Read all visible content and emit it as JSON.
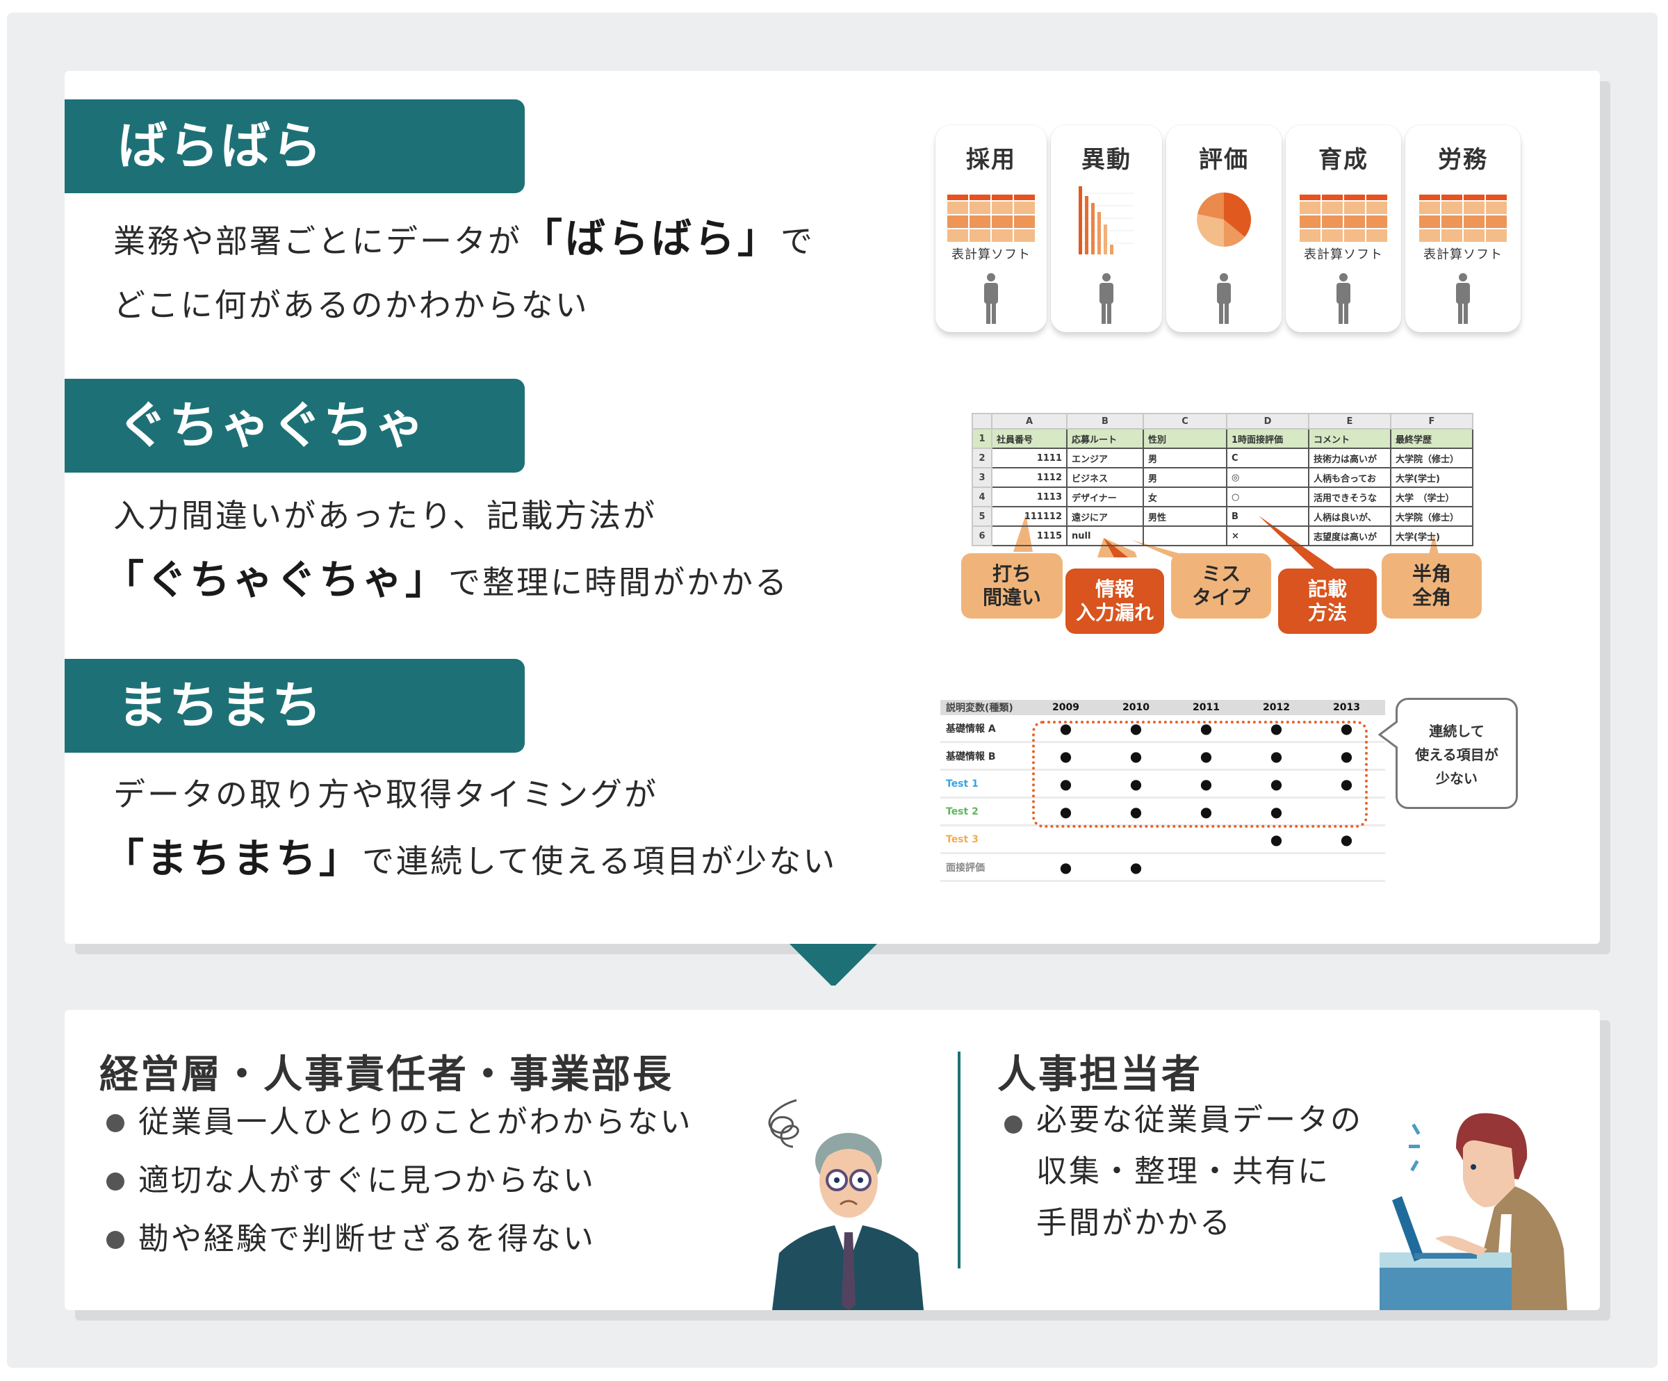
{
  "colors": {
    "teal": "#1d7176",
    "orange_dark": "#d9541e",
    "orange_light": "#f0b47a",
    "background": "#eceeef"
  },
  "problems": [
    {
      "label": "ばらばら",
      "line1_pre": "業務や部署ごとにデータが",
      "line1_em": "「ばらばら」",
      "line1_post": "で",
      "line2": "どこに何があるのかわからない"
    },
    {
      "label": "ぐちゃぐちゃ",
      "line1": "入力間違いがあったり、記載方法が",
      "line2_em": "「ぐちゃぐちゃ」",
      "line2_post": "で整理に時間がかかる"
    },
    {
      "label": "まちまち",
      "line1": "データの取り方や取得タイミングが",
      "line2_em": "「まちまち」",
      "line2_post": "で連続して使える項目が少ない"
    }
  ],
  "departments": [
    {
      "title": "採用",
      "visual": "spreadsheet",
      "caption": "表計算ソフト"
    },
    {
      "title": "異動",
      "visual": "bar-chart",
      "caption": ""
    },
    {
      "title": "評価",
      "visual": "pie-chart",
      "caption": ""
    },
    {
      "title": "育成",
      "visual": "spreadsheet",
      "caption": "表計算ソフト"
    },
    {
      "title": "労務",
      "visual": "spreadsheet",
      "caption": "表計算ソフト"
    }
  ],
  "spreadsheet": {
    "columns": [
      "A",
      "B",
      "C",
      "D",
      "E",
      "F"
    ],
    "header": [
      "社員番号",
      "応募ルート",
      "性別",
      "1時面接評価",
      "コメント",
      "最終学歴"
    ],
    "rows": [
      [
        "1111",
        "エンジア",
        "男",
        "C",
        "技術力は高いが",
        "大学院（修士）"
      ],
      [
        "1112",
        "ビジネス",
        "男",
        "◎",
        "人柄も合ってお",
        "大学(学士)"
      ],
      [
        "1113",
        "デザイナー",
        "女",
        "○",
        "活用できそうな",
        "大学　（学士）"
      ],
      [
        "111112",
        "遠ジにア",
        "男性",
        "B",
        "人柄は良いが、",
        "大学院（修士）"
      ],
      [
        "1115",
        "null",
        "",
        "×",
        "志望度は高いが",
        "大学(学士)"
      ]
    ],
    "callouts": [
      {
        "text1": "打ち",
        "text2": "間違い",
        "style": "light"
      },
      {
        "text1": "情報",
        "text2": "入力漏れ",
        "style": "dark"
      },
      {
        "text1": "ミス",
        "text2": "タイプ",
        "style": "light"
      },
      {
        "text1": "記載",
        "text2": "方法",
        "style": "dark"
      },
      {
        "text1": "半角",
        "text2": "全角",
        "style": "light"
      }
    ]
  },
  "timeline": {
    "header_label": "説明変数(種類)",
    "years": [
      "2009",
      "2010",
      "2011",
      "2012",
      "2013"
    ],
    "rows": [
      {
        "label": "基礎情報 A",
        "color": "#333333",
        "marks": [
          "●",
          "●",
          "●",
          "●",
          "●"
        ]
      },
      {
        "label": "基礎情報 B",
        "color": "#333333",
        "marks": [
          "●",
          "●",
          "●",
          "●",
          "●"
        ]
      },
      {
        "label": "Test 1",
        "color": "#3aa3e0",
        "marks": [
          "●",
          "●",
          "●",
          "●",
          "●"
        ]
      },
      {
        "label": "Test 2",
        "color": "#5cb85c",
        "marks": [
          "●",
          "●",
          "●",
          "●",
          ""
        ]
      },
      {
        "label": "Test 3",
        "color": "#f0ad4e",
        "marks": [
          "",
          "",
          "",
          "●",
          "●"
        ]
      },
      {
        "label": "面接評価",
        "color": "#888888",
        "marks": [
          "●",
          "●",
          "",
          "",
          ""
        ]
      }
    ],
    "bubble": {
      "line1": "連続して",
      "line2": "使える項目が",
      "line3": "少ない"
    }
  },
  "bottom": {
    "left": {
      "title": "経営層・人事責任者・事業部長",
      "bullets": [
        "従業員一人ひとりのことがわからない",
        "適切な人がすぐに見つからない",
        "勘や経験で判断せざるを得ない"
      ]
    },
    "right": {
      "title": "人事担当者",
      "bullet_lines": [
        "必要な従業員データの",
        "収集・整理・共有に",
        "手間がかかる"
      ]
    }
  }
}
